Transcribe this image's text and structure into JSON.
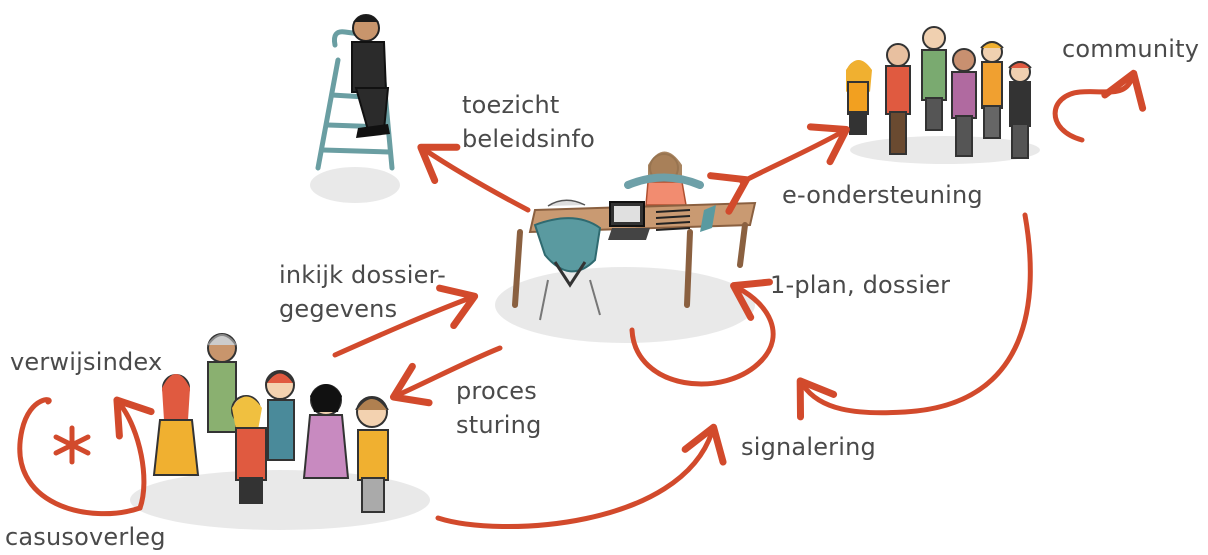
{
  "labels": {
    "toezicht": "toezicht",
    "beleidsinfo": "beleidsinfo",
    "inkijk_1": "inkijk dossier-",
    "inkijk_2": "gegevens",
    "proces": "proces",
    "sturing": "sturing",
    "community": "community",
    "e_ondersteuning": "e-ondersteuning",
    "plan_dossier": "1-plan, dossier",
    "signalering": "signalering",
    "verwijsindex": "verwijsindex",
    "casusoverleg": "casusoverleg"
  },
  "colors": {
    "arrow": "#d24a2c",
    "text": "#4a4a4a",
    "desk_wood": "#c99a72",
    "chair_teal": "#5a9aa0"
  }
}
